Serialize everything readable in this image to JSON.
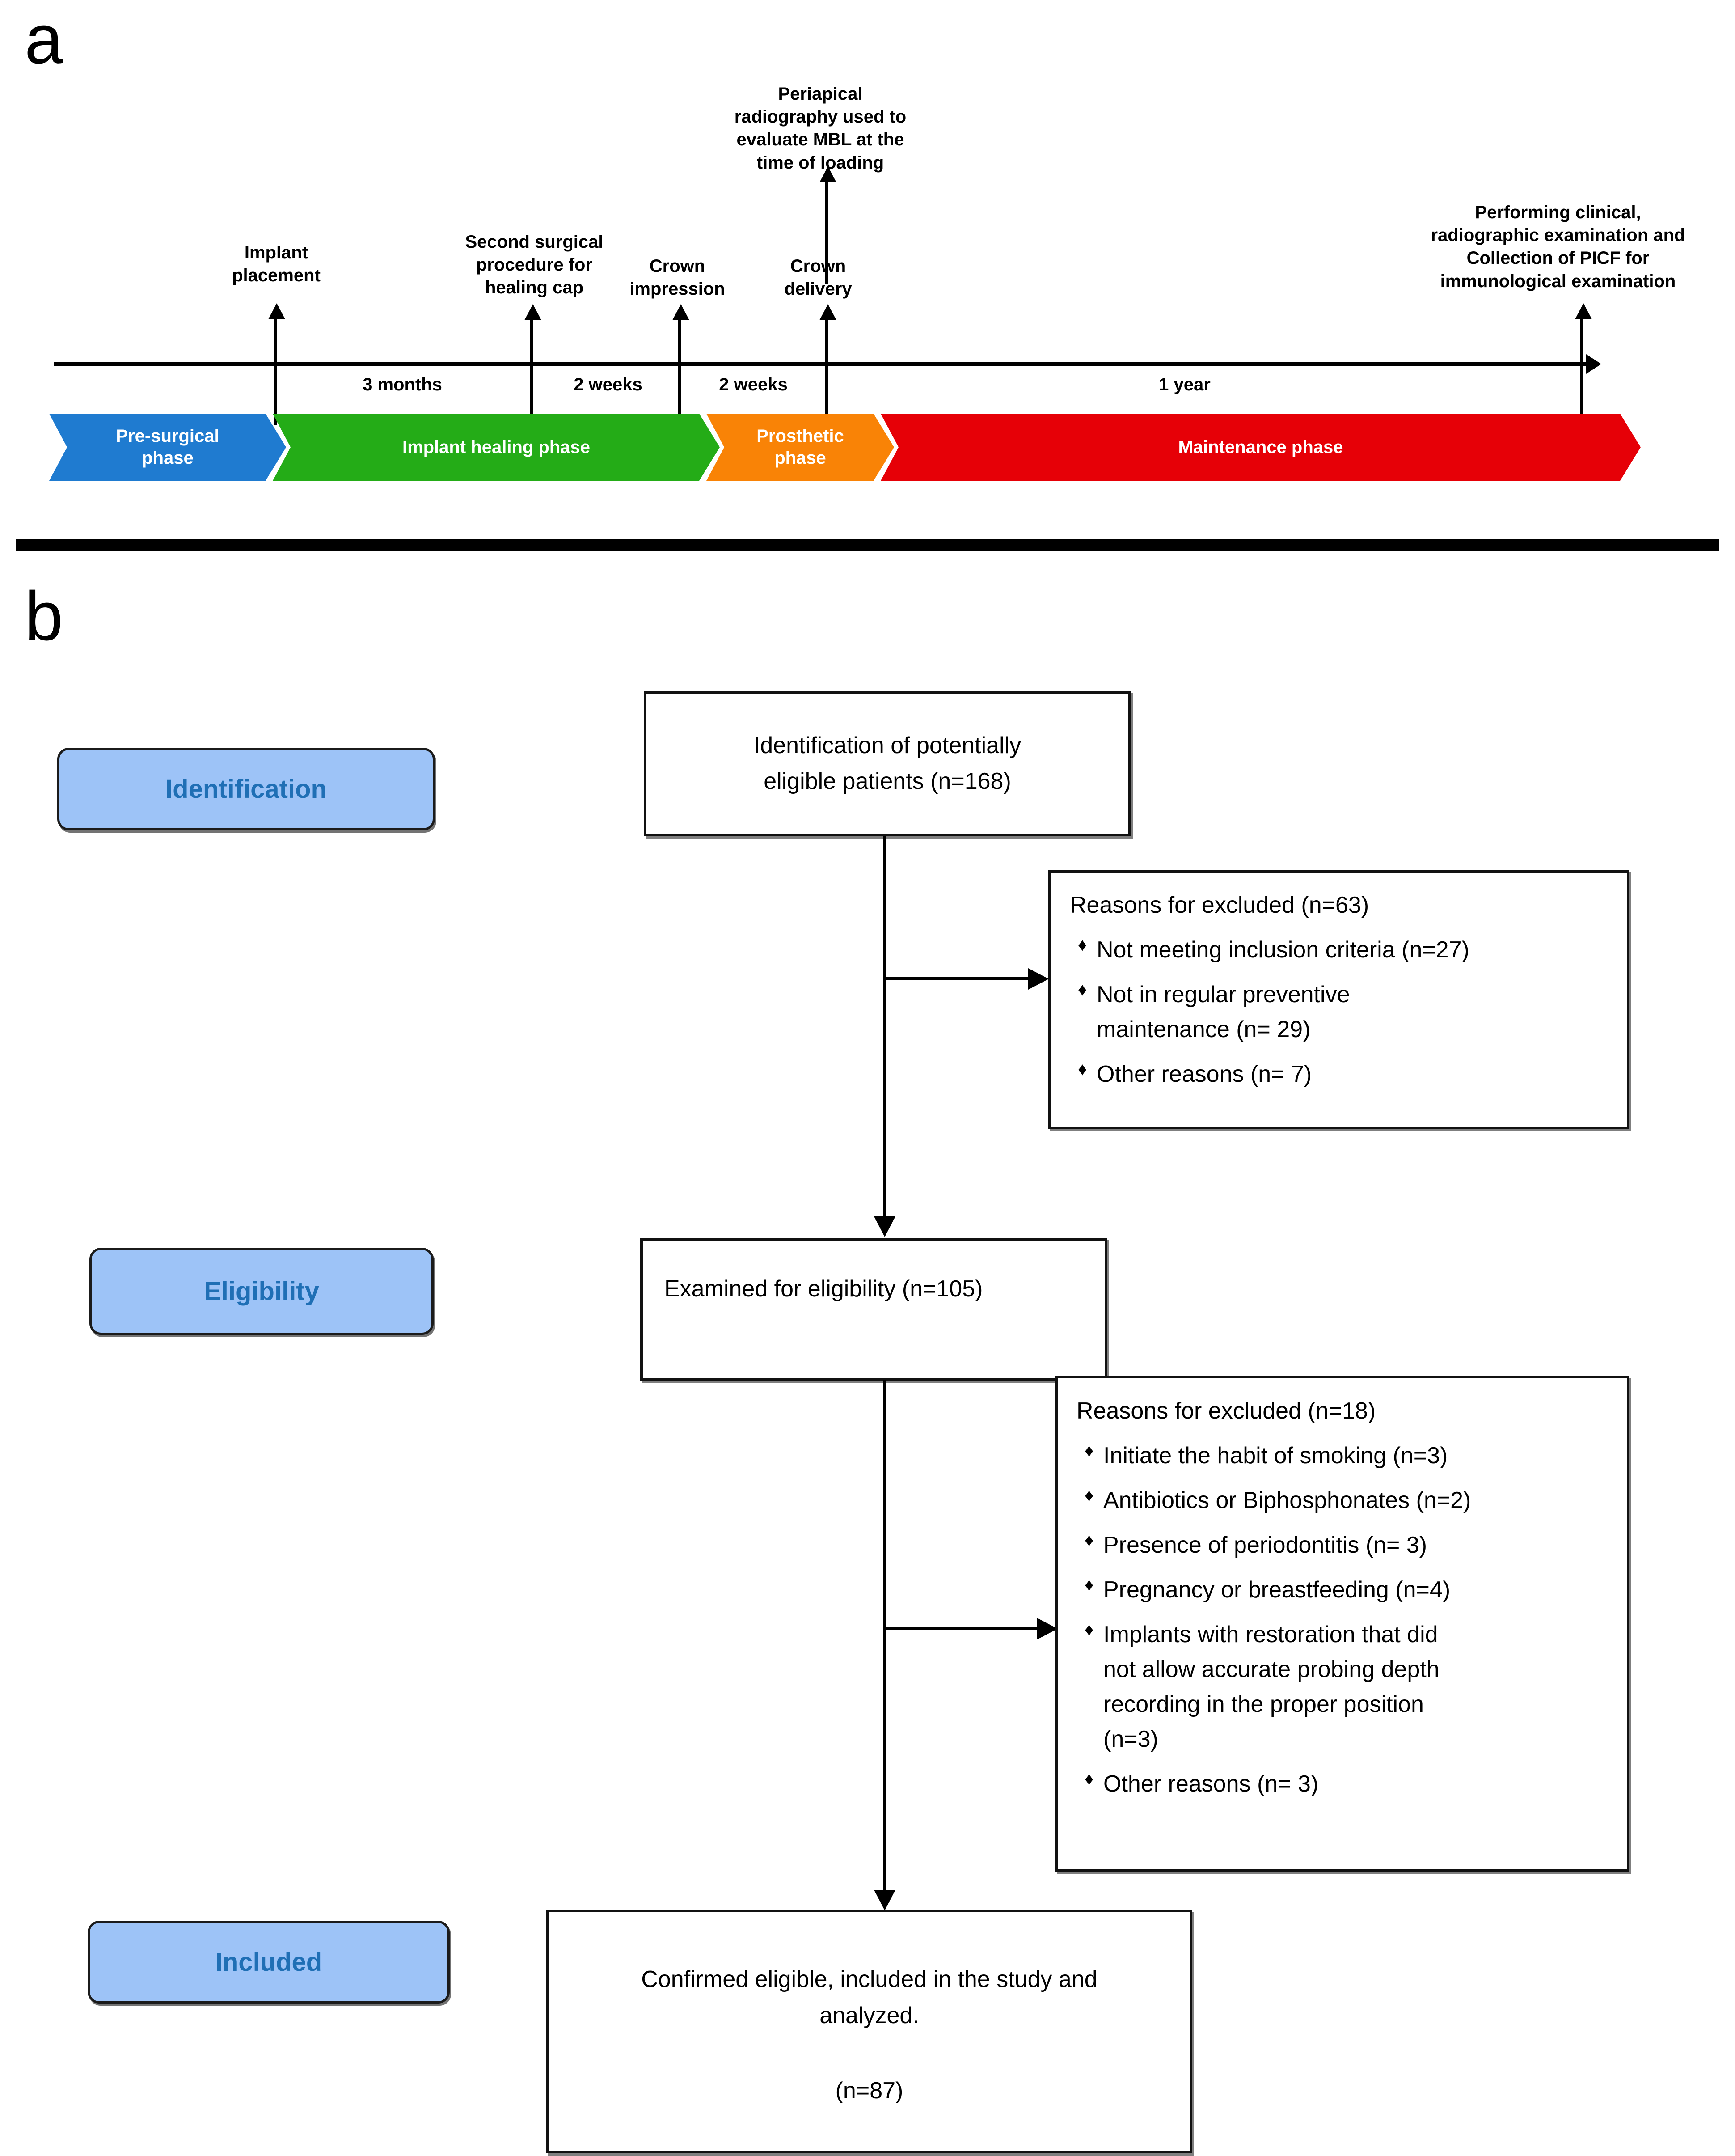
{
  "figure": {
    "panel_a_letter": "a",
    "panel_b_letter": "b"
  },
  "timeline": {
    "events": [
      {
        "label": "Implant\nplacement"
      },
      {
        "label": "Second surgical\nprocedure for\nhealing cap"
      },
      {
        "label": "Crown\nimpression"
      },
      {
        "label": "Crown\ndelivery"
      },
      {
        "label": "Periapical\nradiography used to\nevaluate MBL at the\ntime of loading"
      },
      {
        "label": "Performing clinical,\nradiographic examination and\nCollection of PICF for\nimmunological examination"
      }
    ],
    "event_labels": {
      "implant_placement": "Implant\nplacement",
      "second_surgical": "Second surgical\nprocedure for\nhealing cap",
      "crown_impression": "Crown\nimpression",
      "crown_delivery": "Crown\ndelivery",
      "periapical": "Periapical\nradiography used to\nevaluate MBL at the\ntime of loading",
      "final_visit": "Performing clinical,\nradiographic examination and\nCollection of PICF for\nimmunological examination"
    },
    "durations": [
      {
        "label": "3 months"
      },
      {
        "label": "2 weeks"
      },
      {
        "label": "2 weeks"
      },
      {
        "label": "1 year"
      }
    ],
    "phases": [
      {
        "label": "Pre-surgical\nphase",
        "color": "#1F7BD0"
      },
      {
        "label": "Implant healing phase",
        "color": "#24AC17"
      },
      {
        "label": "Prosthetic\nphase",
        "color": "#F98306"
      },
      {
        "label": "Maintenance phase",
        "color": "#E60007"
      }
    ]
  },
  "flowchart": {
    "stages": [
      {
        "label": "Identification"
      },
      {
        "label": "Eligibility"
      },
      {
        "label": "Included"
      }
    ],
    "boxes": {
      "identification": "Identification of potentially\neligible patients (n=168)",
      "examined": "Examined for eligibility (n=105)",
      "included_line1": "Confirmed eligible, included in the study and",
      "included_line2": "analyzed.",
      "included_n": "(n=87)"
    },
    "excluded_1": {
      "heading": "Reasons for excluded (n=63)",
      "items": [
        "Not meeting inclusion criteria (n=27)",
        "Not in regular preventive\nmaintenance (n= 29)",
        "Other reasons (n= 7)"
      ]
    },
    "excluded_2": {
      "heading": "Reasons for excluded (n=18)",
      "items": [
        "Initiate the habit of smoking (n=3)",
        "Antibiotics or Biphosphonates (n=2)",
        "Presence of periodontitis (n= 3)",
        "Pregnancy or breastfeeding (n=4)",
        "Implants with restoration that did\nnot allow accurate probing depth\nrecording in the proper position\n(n=3)",
        "Other reasons (n= 3)"
      ]
    },
    "bullet_glyph": "♦"
  },
  "colors": {
    "stage_badge_fill": "#9DC3F7",
    "stage_badge_text": "#1F6FB5",
    "phase_blue": "#1F7BD0",
    "phase_green": "#24AC17",
    "phase_orange": "#F98306",
    "phase_red": "#E60007"
  }
}
